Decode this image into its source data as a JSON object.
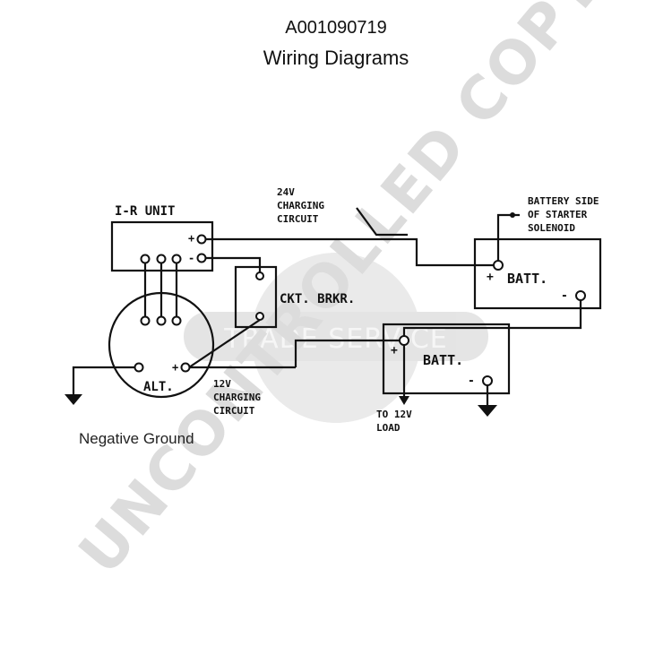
{
  "header": {
    "doc_id": "A001090719",
    "title": "Wiring Diagrams"
  },
  "labels": {
    "ir_unit": "I-R UNIT",
    "charging_24v": [
      "24V",
      "CHARGING",
      "CIRCUIT"
    ],
    "battery_side": [
      "BATTERY SIDE",
      "OF STARTER",
      "SOLENOID"
    ],
    "batt_top": "BATT.",
    "ckt_brkr": "CKT. BRKR.",
    "batt_bottom": "BATT.",
    "alt": "ALT.",
    "charging_12v": [
      "12V",
      "CHARGING",
      "CIRCUIT"
    ],
    "load_12v": [
      "TO 12V",
      "LOAD"
    ],
    "plus": "+",
    "minus": "-"
  },
  "caption": "Negative Ground",
  "watermark": {
    "stamp_text": "UNCONTROLLED COPY",
    "logo_text": "TRADE SERVICE"
  },
  "colors": {
    "ink": "#111111",
    "watermark": "#d9d9d9",
    "logo": "#e6e6e6"
  }
}
